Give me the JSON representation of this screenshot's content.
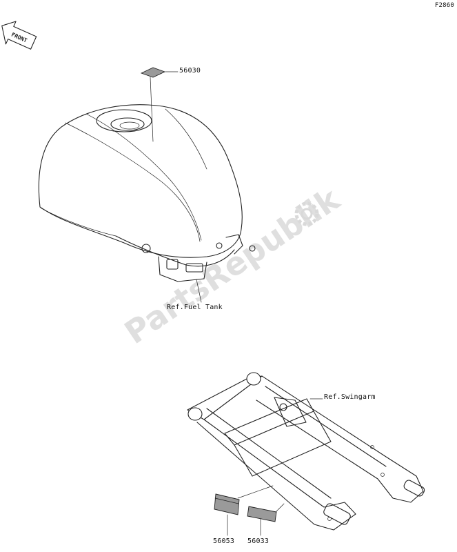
{
  "figure_code": "F2860",
  "front_arrow": {
    "label": "FRONT"
  },
  "watermark": {
    "text": "PartsRepublik"
  },
  "labels": {
    "decal_56030": "56030",
    "ref_fuel_tank": "Ref.Fuel Tank",
    "ref_swingarm": "Ref.Swingarm",
    "decal_56053": "56053",
    "decal_56033": "56033"
  },
  "colors": {
    "line": "#222222",
    "decal_fill": "#9a9a9a",
    "watermark": "#dcdcdc"
  }
}
